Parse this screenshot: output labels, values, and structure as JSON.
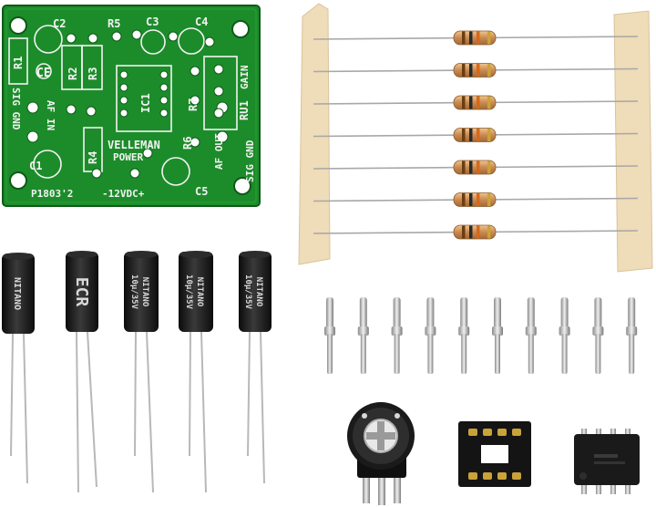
{
  "pcb": {
    "labels": {
      "c1": "C1",
      "c2": "C2",
      "c3": "C3",
      "c4": "C4",
      "c5": "C5",
      "r1": "R1",
      "r2": "R2",
      "r3": "R3",
      "r4": "R4",
      "r5": "R5",
      "r6": "R6",
      "r7": "R7",
      "ic1": "IC1",
      "ru1": "RU1",
      "gain": "GAIN",
      "sig_gnd_left": "SIG GND",
      "af_in": "AF IN",
      "velleman": "VELLEMAN",
      "power": "POWER",
      "af_out": "AF OUT",
      "sig_gnd_right": "SIG GND",
      "part_no": "P1803'2",
      "supply": "-12VDC+"
    }
  },
  "capacitors": {
    "brand": "NITANO",
    "ecr": "ECR",
    "rating": "10µ/35V"
  },
  "counts": {
    "resistors": 7,
    "pins": 10,
    "capacitors": 5
  },
  "colors": {
    "pcb": "#1c8c2a",
    "pcb_dark": "#137020",
    "tape": "#efdcb8",
    "capacitor": "#1a1a1a",
    "resistor": "#d69a5e"
  }
}
